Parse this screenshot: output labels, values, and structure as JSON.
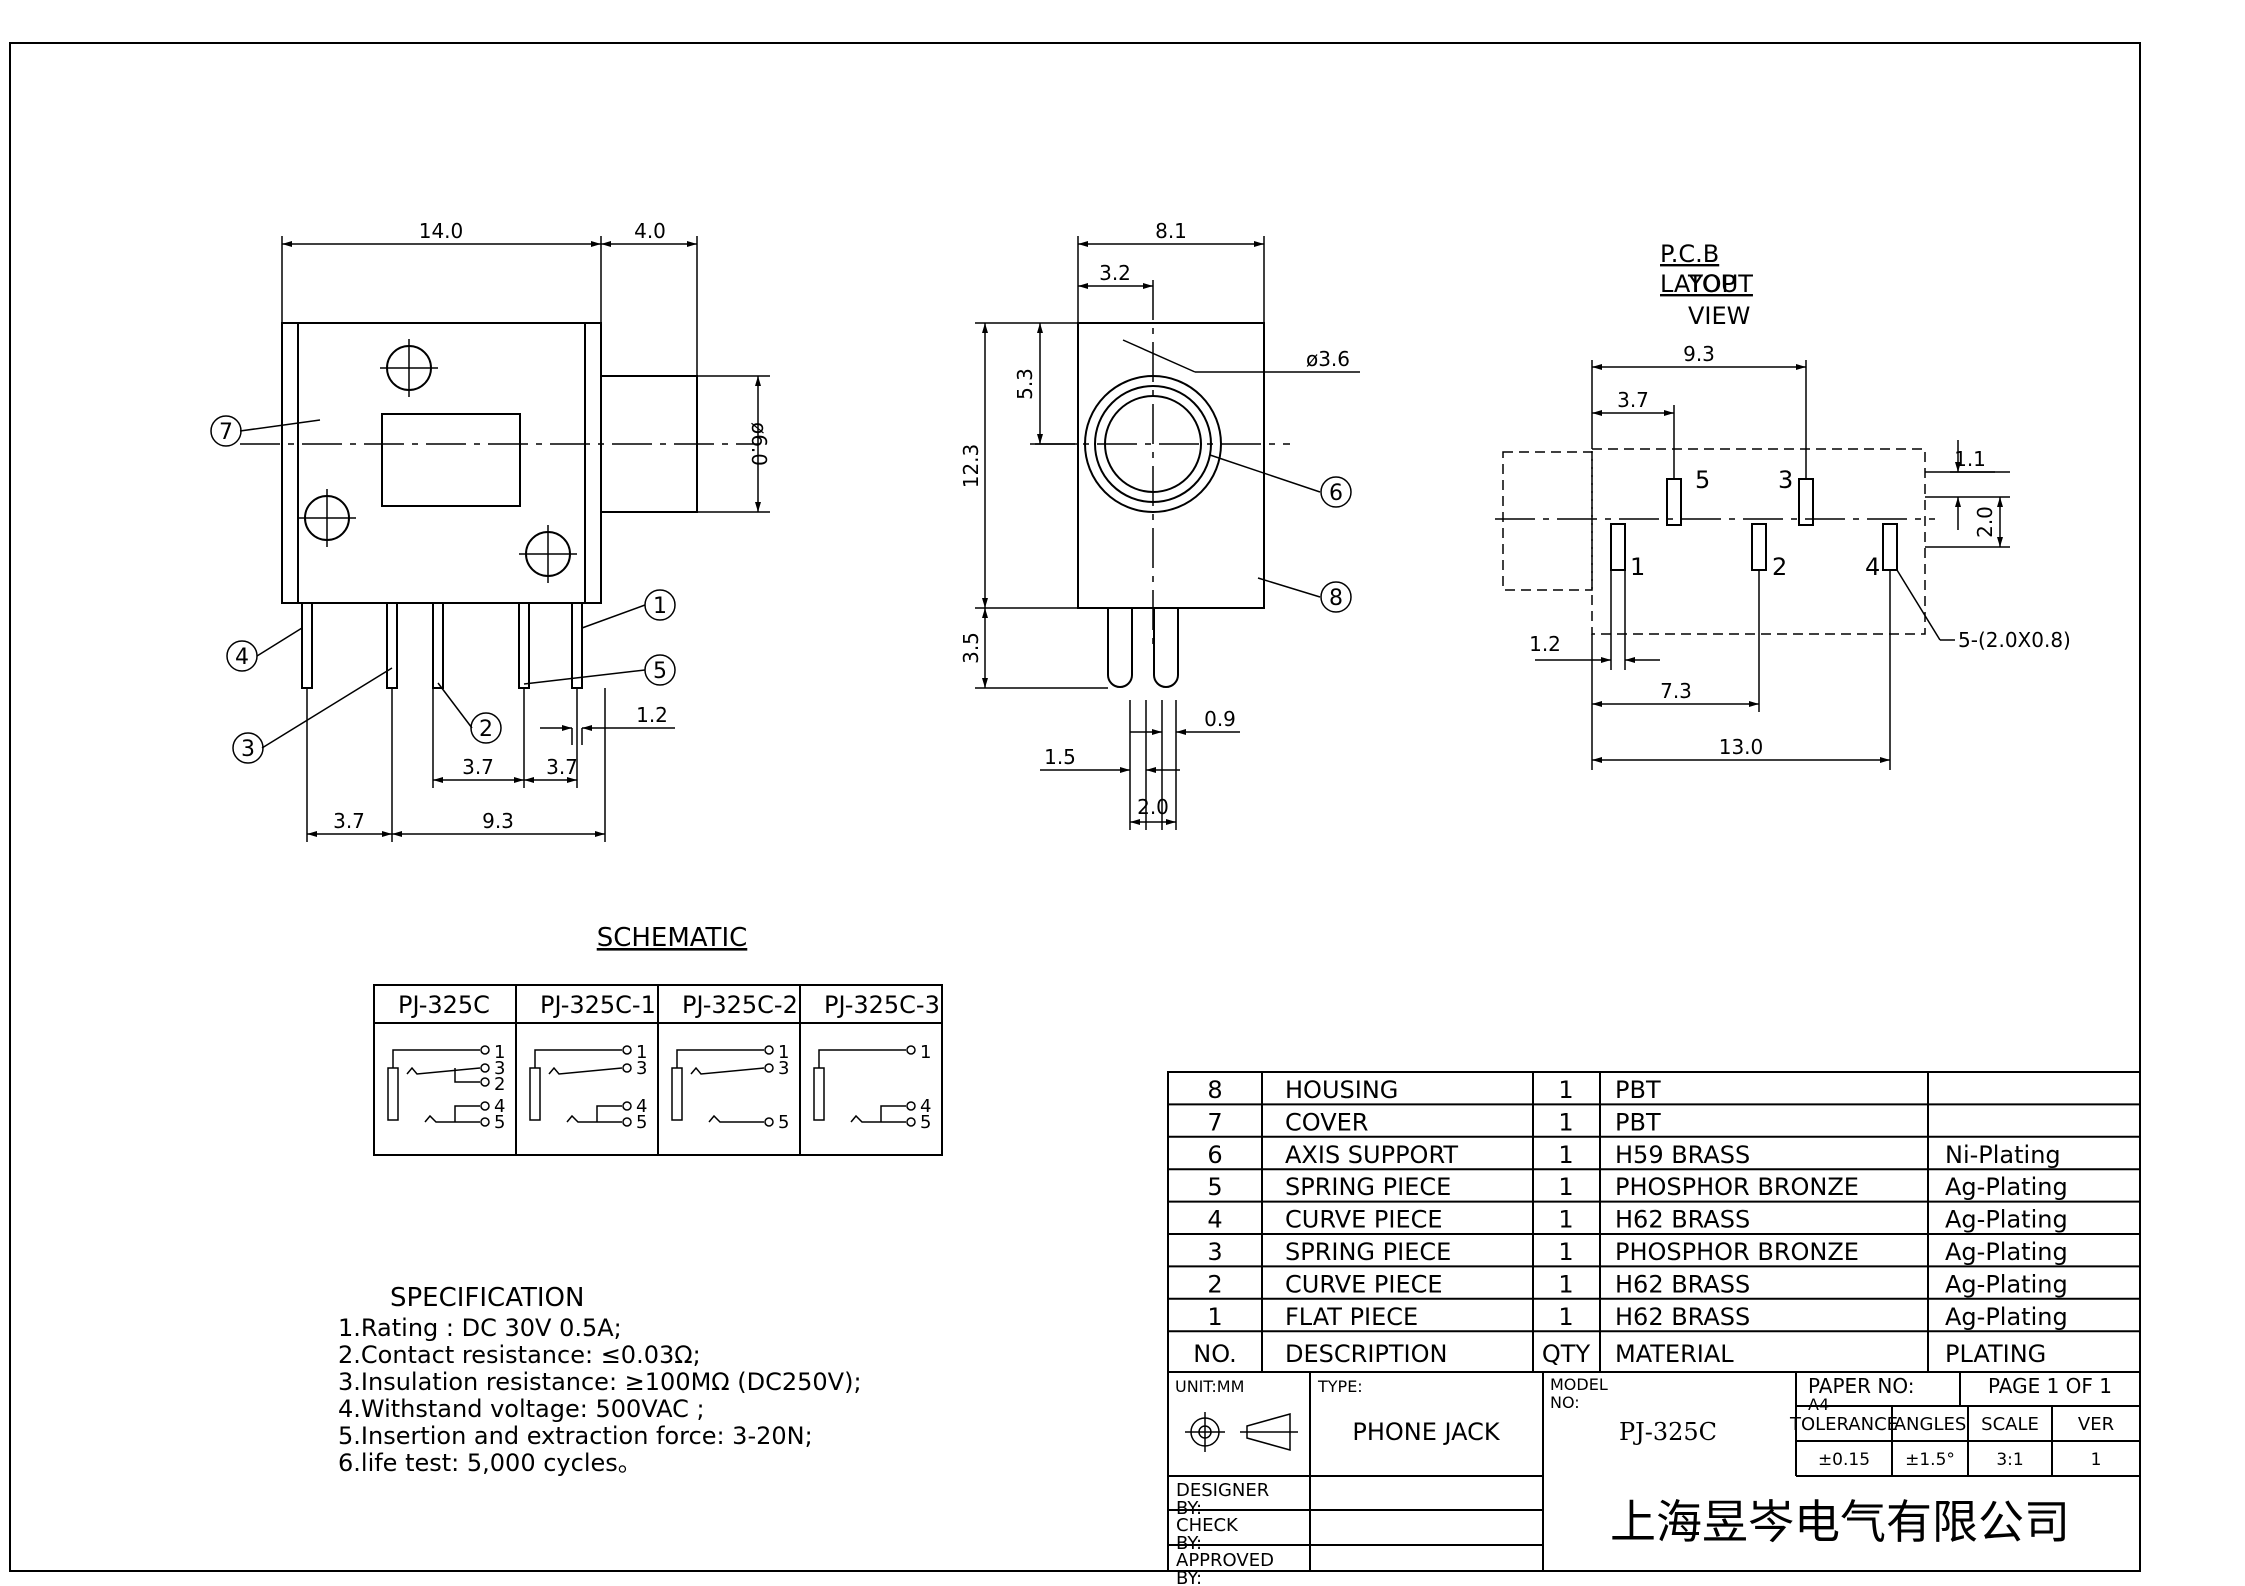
{
  "dims": {
    "side_width": "14.0",
    "side_boss": "4.0",
    "side_dia": "ø6.0",
    "side_pin_gap_a": "3.7",
    "side_pin_gap_b": "3.7",
    "side_pin_w": "1.2",
    "side_base_a": "3.7",
    "side_base_b": "9.3",
    "front_width": "8.1",
    "front_offset": "3.2",
    "front_hole": "ø3.6",
    "front_center_h": "5.3",
    "front_height": "12.3",
    "front_pin_len": "3.5",
    "front_pin_a": "1.5",
    "front_pin_b": "0.9",
    "front_pin_c": "2.0",
    "pcb_span": "9.3",
    "pcb_off": "3.7",
    "pcb_gap": "1.1",
    "pcb_rows": "2.0",
    "pcb_edge": "1.2",
    "pcb_mid": "7.3",
    "pcb_total": "13.0",
    "pcb_slots": "5-(2.0X0.8)"
  },
  "callouts": [
    "1",
    "2",
    "3",
    "4",
    "5",
    "6",
    "7",
    "8"
  ],
  "pcb": {
    "heading_line1": "P.C.B",
    "heading_line2": "LAYOUT",
    "overlap": "TOP",
    "view": "VIEW",
    "pins": [
      "1",
      "2",
      "3",
      "4",
      "5"
    ]
  },
  "schematic": {
    "title": "SCHEMATIC",
    "models": [
      "PJ-325C",
      "PJ-325C-1",
      "PJ-325C-2",
      "PJ-325C-3"
    ],
    "terminals": [
      "1",
      "2",
      "3",
      "4",
      "5"
    ]
  },
  "specification": {
    "title": "SPECIFICATION",
    "lines": [
      "1.Rating : DC 30V 0.5A;",
      "2.Contact resistance: ≤0.03Ω;",
      "3.Insulation resistance: ≥100MΩ (DC250V);",
      "4.Withstand voltage: 500VAC ;",
      "5.Insertion and extraction force: 3-20N;",
      "6.life test: 5,000 cycles。"
    ]
  },
  "bom": {
    "rows": [
      {
        "no": "8",
        "desc": "HOUSING",
        "qty": "1",
        "material": "PBT",
        "plating": ""
      },
      {
        "no": "7",
        "desc": "COVER",
        "qty": "1",
        "material": "PBT",
        "plating": ""
      },
      {
        "no": "6",
        "desc": "AXIS SUPPORT",
        "qty": "1",
        "material": "H59 BRASS",
        "plating": "Ni-Plating"
      },
      {
        "no": "5",
        "desc": "SPRING PIECE",
        "qty": "1",
        "material": "PHOSPHOR BRONZE",
        "plating": "Ag-Plating"
      },
      {
        "no": "4",
        "desc": "CURVE PIECE",
        "qty": "1",
        "material": "H62 BRASS",
        "plating": "Ag-Plating"
      },
      {
        "no": "3",
        "desc": "SPRING PIECE",
        "qty": "1",
        "material": "PHOSPHOR BRONZE",
        "plating": "Ag-Plating"
      },
      {
        "no": "2",
        "desc": "CURVE PIECE",
        "qty": "1",
        "material": "H62 BRASS",
        "plating": "Ag-Plating"
      },
      {
        "no": "1",
        "desc": "FLAT PIECE",
        "qty": "1",
        "material": "H62 BRASS",
        "plating": "Ag-Plating"
      }
    ],
    "header": {
      "no": "NO.",
      "desc": "DESCRIPTION",
      "qty": "QTY",
      "material": "MATERIAL",
      "plating": "PLATING"
    }
  },
  "title_block": {
    "unit": "UNIT:MM",
    "type_label": "TYPE:",
    "type_value": "PHONE JACK",
    "model_label": "MODEL",
    "model_label2": "NO:",
    "model_value": "PJ-325C",
    "paper_label": "PAPER NO:",
    "paper_value": "A4",
    "page": "PAGE 1 OF 1",
    "tolerance_label": "TOLERANCE",
    "angles_label": "ANGLES",
    "scale_label": "SCALE",
    "ver_label": "VER",
    "tolerance_value": "±0.15",
    "angles_value": "±1.5°",
    "scale_value": "3:1",
    "ver_value": "1",
    "designer": "DESIGNER",
    "check": "CHECK",
    "approved": "APPROVED",
    "by": "BY:",
    "company": "上海昱岑电气有限公司"
  }
}
